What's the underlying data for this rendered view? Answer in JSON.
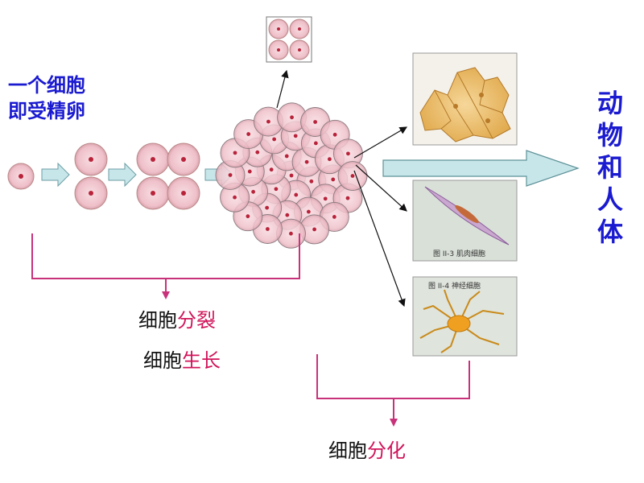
{
  "origin_label": [
    "一个细胞",
    "即受精卵"
  ],
  "result_label": [
    "动",
    "物",
    "和",
    "人",
    "体"
  ],
  "captions": {
    "division": {
      "base": "细胞",
      "highlight": "分裂"
    },
    "growth": {
      "base": "细胞",
      "highlight": "生长"
    },
    "differentiation": {
      "base": "细胞",
      "highlight": "分化"
    }
  },
  "photo_captions": {
    "muscle": "图 II-3  肌肉细胞",
    "nerve": "图 II-4  神经细胞"
  },
  "colors": {
    "label_blue": "#1a1ad0",
    "highlight": "#d0145a",
    "bracket": "#c8327a",
    "arrow_fill": "#c7e6ea",
    "cell_fill": "#f2c7cf",
    "nucleus": "#b8233a"
  }
}
